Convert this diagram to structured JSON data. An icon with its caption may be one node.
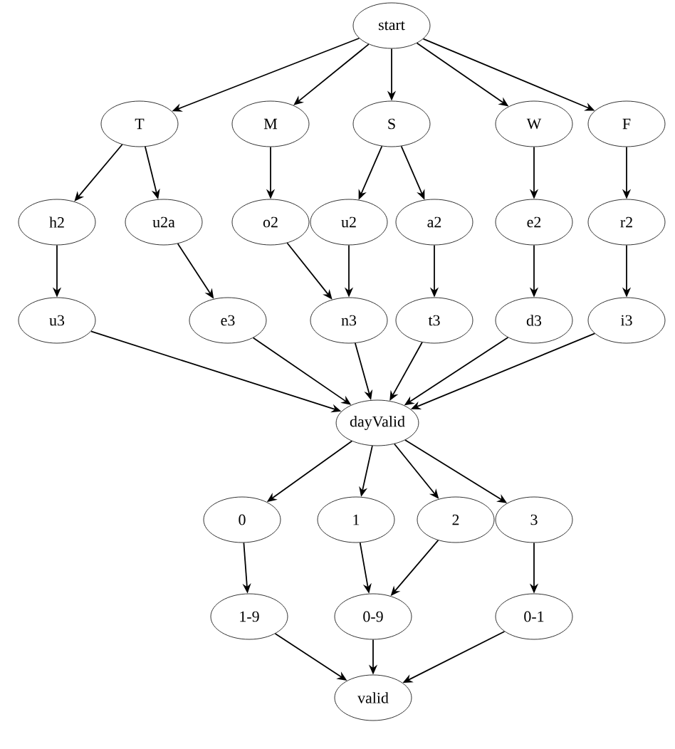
{
  "diagram": {
    "nodes": [
      {
        "text": [
          "start"
        ]
      },
      {
        "text": [
          "T"
        ]
      },
      {
        "text": [
          "M"
        ]
      },
      {
        "text": [
          "S"
        ]
      },
      {
        "text": [
          "W"
        ]
      },
      {
        "text": [
          "F"
        ]
      },
      {
        "text": [
          "h2"
        ]
      },
      {
        "text": [
          "u2a"
        ]
      },
      {
        "text": [
          "o2"
        ]
      },
      {
        "text": [
          "u2"
        ]
      },
      {
        "text": [
          "a2"
        ]
      },
      {
        "text": [
          "e2"
        ]
      },
      {
        "text": [
          "r2"
        ]
      },
      {
        "text": [
          "u3"
        ]
      },
      {
        "text": [
          "e3"
        ]
      },
      {
        "text": [
          "n3"
        ]
      },
      {
        "text": [
          "t3"
        ]
      },
      {
        "text": [
          "d3"
        ]
      },
      {
        "text": [
          "i3"
        ]
      },
      {
        "text": [
          "dayValid"
        ]
      },
      {
        "text": [
          "0"
        ]
      },
      {
        "text": [
          "1"
        ]
      },
      {
        "text": [
          "2"
        ]
      },
      {
        "text": [
          "3"
        ]
      },
      {
        "text": [
          "1-9"
        ]
      },
      {
        "text": [
          "0-9"
        ]
      },
      {
        "text": [
          "0-1"
        ]
      },
      {
        "text": [
          "valid"
        ]
      }
    ],
    "edges": [
      {
        "from": 0,
        "to": 1,
        "arrow": "to"
      },
      {
        "from": 0,
        "to": 2,
        "arrow": "to"
      },
      {
        "from": 0,
        "to": 3,
        "arrow": "to"
      },
      {
        "from": 0,
        "to": 4,
        "arrow": "to"
      },
      {
        "from": 0,
        "to": 5,
        "arrow": "to"
      },
      {
        "from": 1,
        "to": 6,
        "arrow": "to"
      },
      {
        "from": 1,
        "to": 7,
        "arrow": "to"
      },
      {
        "from": 2,
        "to": 8,
        "arrow": "to"
      },
      {
        "from": 3,
        "to": 9,
        "arrow": "to"
      },
      {
        "from": 3,
        "to": 10,
        "arrow": "to"
      },
      {
        "from": 4,
        "to": 11,
        "arrow": "to"
      },
      {
        "from": 5,
        "to": 12,
        "arrow": "to"
      },
      {
        "from": 6,
        "to": 13,
        "arrow": "to"
      },
      {
        "from": 7,
        "to": 14,
        "arrow": "to"
      },
      {
        "from": 8,
        "to": 15,
        "arrow": "to"
      },
      {
        "from": 9,
        "to": 15,
        "arrow": "to"
      },
      {
        "from": 10,
        "to": 16,
        "arrow": "to"
      },
      {
        "from": 11,
        "to": 17,
        "arrow": "to"
      },
      {
        "from": 12,
        "to": 18,
        "arrow": "to"
      },
      {
        "from": 13,
        "to": 19,
        "arrow": "to"
      },
      {
        "from": 14,
        "to": 19,
        "arrow": "to"
      },
      {
        "from": 15,
        "to": 19,
        "arrow": "to"
      },
      {
        "from": 16,
        "to": 19,
        "arrow": "to"
      },
      {
        "from": 17,
        "to": 19,
        "arrow": "to"
      },
      {
        "from": 18,
        "to": 19,
        "arrow": "to"
      },
      {
        "from": 19,
        "to": 20,
        "arrow": "to"
      },
      {
        "from": 19,
        "to": 21,
        "arrow": "to"
      },
      {
        "from": 19,
        "to": 22,
        "arrow": "to"
      },
      {
        "from": 19,
        "to": 23,
        "arrow": "to"
      },
      {
        "from": 20,
        "to": 24,
        "arrow": "to"
      },
      {
        "from": 21,
        "to": 25,
        "arrow": "to"
      },
      {
        "from": 22,
        "to": 25,
        "arrow": "to"
      },
      {
        "from": 23,
        "to": 26,
        "arrow": "to"
      },
      {
        "from": 24,
        "to": 27,
        "arrow": "to"
      },
      {
        "from": 25,
        "to": 27,
        "arrow": "to"
      },
      {
        "from": 26,
        "to": 27,
        "arrow": "to"
      }
    ]
  }
}
